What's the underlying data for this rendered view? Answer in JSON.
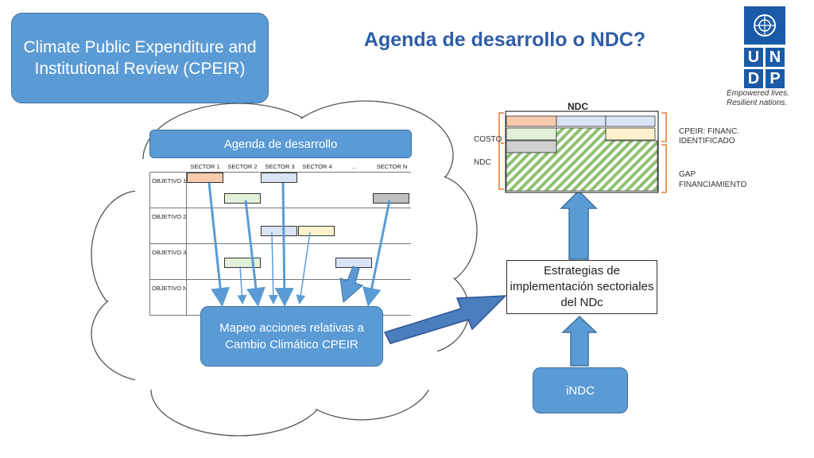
{
  "cpeir_title": "Climate Public Expenditure and Institutional Review (CPEIR)",
  "main_title": "Agenda de desarrollo o NDC?",
  "agenda": {
    "header": "Agenda de desarrollo",
    "sectors": [
      "SECTOR 1",
      "SECTOR 2",
      "SECTOR 3",
      "SECTOR 4",
      "…",
      "SECTOR N"
    ],
    "objectives": [
      "OBJETIVO 1",
      "OBJETIVO 2",
      "OBJETIVO 3",
      "OBJETIVO N"
    ]
  },
  "mapeo_label": "Mapeo acciones relativas a Cambio Climático CPEIR",
  "estrategias_label": "Estrategias de implementación sectoriales del NDc",
  "indc_label": "iNDC",
  "ndc_chart": {
    "title": "NDC",
    "left_labels": [
      "COSTO",
      "NDC"
    ],
    "right_labels": [
      "CPEIR: FINANC. IDENTIFICADO",
      "GAP FINANCIAMIENTO"
    ]
  },
  "logo": {
    "letters": [
      "U",
      "N",
      "D",
      "P"
    ],
    "tagline_1": "Empowered lives.",
    "tagline_2": "Resilient nations."
  },
  "colors": {
    "blue_box": "#5b9bd5",
    "title_blue": "#2e5da8",
    "undp_blue": "#1a5aa6",
    "hatch_green": "#8dc26f",
    "bracket_orange": "#ed7d31"
  }
}
